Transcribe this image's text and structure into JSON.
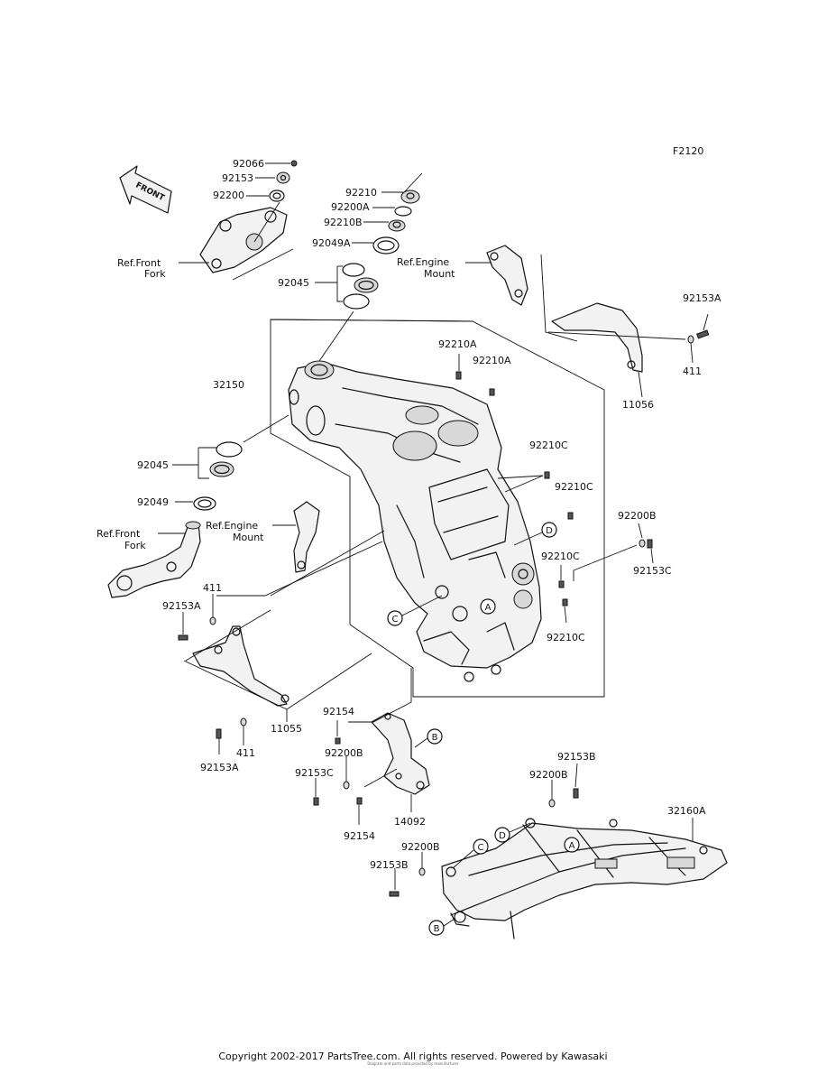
{
  "figure_code": "F2120",
  "front_arrow": "FRONT",
  "labels": {
    "p92066": "92066",
    "p92153_top": "92153",
    "p92200_top": "92200",
    "ref_front_fork_top": "Ref.Front",
    "ref_front_fork_top_2": "Fork",
    "p92210": "92210",
    "p92200A": "92200A",
    "p92210B": "92210B",
    "p92049A": "92049A",
    "ref_engine_mount_top": "Ref.Engine",
    "ref_engine_mount_top_2": "Mount",
    "p92045_top": "92045",
    "p92153A_right": "92153A",
    "p411_right": "411",
    "p11056": "11056",
    "p32150": "32150",
    "p92210A_1": "92210A",
    "p92210A_2": "92210A",
    "p92210C_1": "92210C",
    "p92210C_2": "92210C",
    "p92210C_3": "92210C",
    "p92210C_4": "92210C",
    "p92200B_right": "92200B",
    "p92153C_right": "92153C",
    "p92045_left": "92045",
    "p92049": "92049",
    "ref_front_fork_left": "Ref.Front",
    "ref_front_fork_left_2": "Fork",
    "ref_engine_mount_left": "Ref.Engine",
    "ref_engine_mount_left_2": "Mount",
    "p411_left": "411",
    "p92153A_left": "92153A",
    "p11055": "11055",
    "p411_bottom": "411",
    "p92153A_bottom": "92153A",
    "p92154_top": "92154",
    "p92200B_mid": "92200B",
    "p92153C_mid": "92153C",
    "p92154_bottom": "92154",
    "p14092": "14092",
    "p92153B_right": "92153B",
    "p92200B_lower": "92200B",
    "p32160A": "32160A",
    "p92200B_left": "92200B",
    "p92153B_left": "92153B"
  },
  "callouts": {
    "A_frame": "A",
    "C_frame": "C",
    "D_frame": "D",
    "B_bracket": "B",
    "D_subframe": "D",
    "C_subframe": "C",
    "A_subframe": "A",
    "B_subframe": "B"
  },
  "copyright_line1": "Copyright 2002-2017 PartsTree.com. All rights reserved. Powered by Kawasaki",
  "copyright_line2": "Diagram and parts data provided by manufacturer"
}
